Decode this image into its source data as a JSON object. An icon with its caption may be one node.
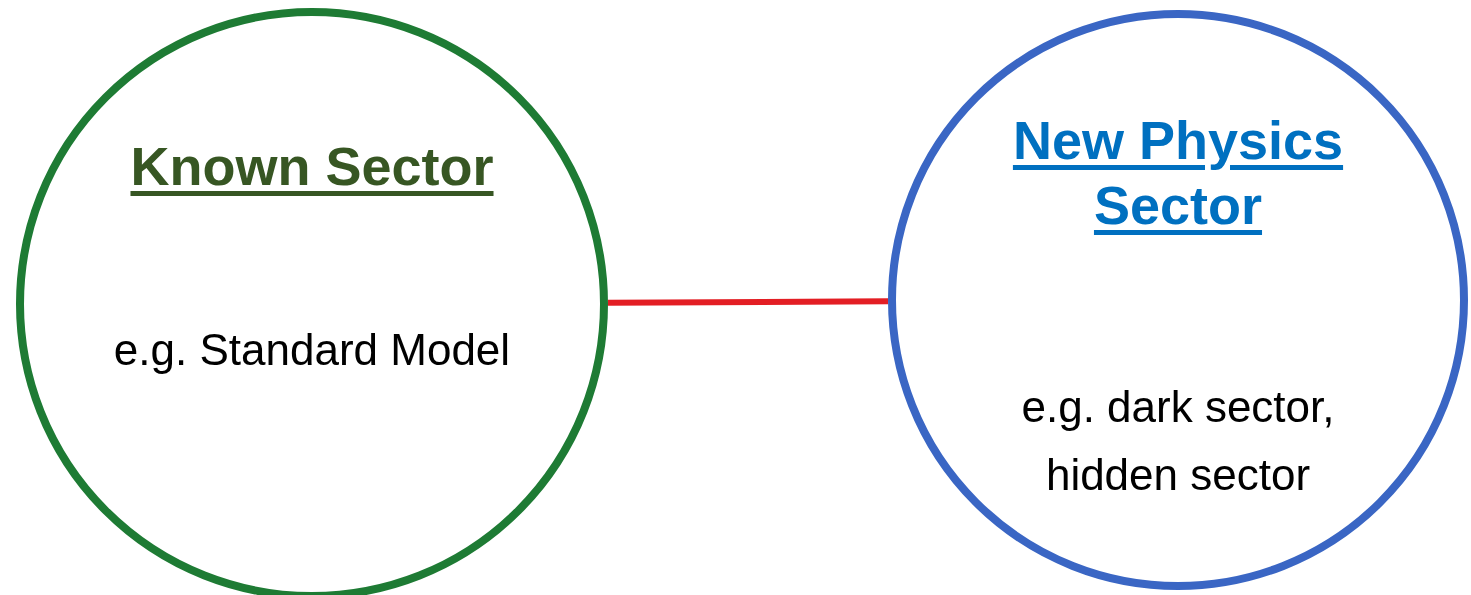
{
  "diagram": {
    "nodes": [
      {
        "text": [
          "Known Sector",
          "e.g. Standard Model"
        ]
      },
      {
        "text": [
          "New Physics Sector",
          "e.g. dark sector, hidden sector"
        ]
      }
    ],
    "edges": [
      {
        "from": 0,
        "to": 1,
        "arrow": "none",
        "color": "#e31e24"
      }
    ]
  }
}
